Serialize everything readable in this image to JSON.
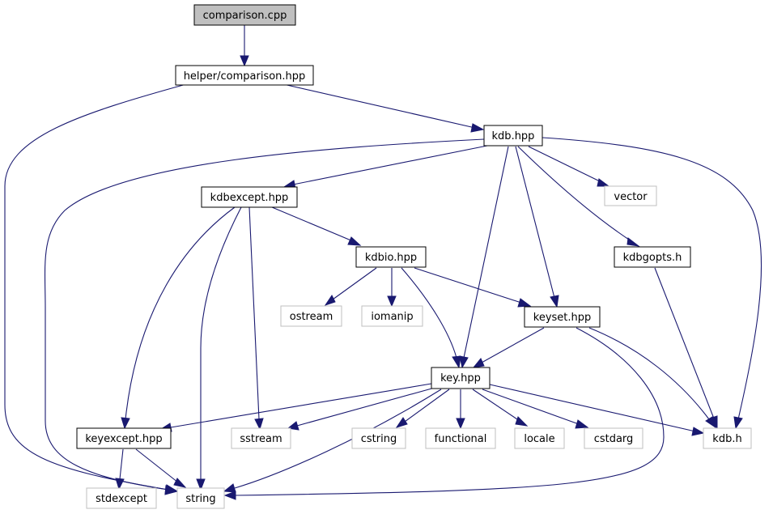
{
  "colors": {
    "edge": "#191970",
    "root_fill": "#bfbfbf",
    "local_border": "#000000",
    "external_border": "#bfbfbf",
    "background": "#ffffff"
  },
  "nodes": {
    "comparison_cpp": "comparison.cpp",
    "helper_comparison_hpp": "helper/comparison.hpp",
    "kdb_hpp": "kdb.hpp",
    "string": "string",
    "kdbexcept_hpp": "kdbexcept.hpp",
    "vector": "vector",
    "kdbgopts_h": "kdbgopts.h",
    "kdbio_hpp": "kdbio.hpp",
    "ostream": "ostream",
    "iomanip": "iomanip",
    "keyset_hpp": "keyset.hpp",
    "key_hpp": "key.hpp",
    "keyexcept_hpp": "keyexcept.hpp",
    "sstream": "sstream",
    "cstring": "cstring",
    "functional": "functional",
    "locale": "locale",
    "cstdarg": "cstdarg",
    "kdb_h": "kdb.h",
    "stdexcept": "stdexcept"
  },
  "edges": [
    [
      "comparison.cpp",
      "helper/comparison.hpp"
    ],
    [
      "helper/comparison.hpp",
      "kdb.hpp"
    ],
    [
      "helper/comparison.hpp",
      "string"
    ],
    [
      "kdb.hpp",
      "string"
    ],
    [
      "kdb.hpp",
      "kdbexcept.hpp"
    ],
    [
      "kdb.hpp",
      "vector"
    ],
    [
      "kdb.hpp",
      "kdbgopts.h"
    ],
    [
      "kdb.hpp",
      "key.hpp"
    ],
    [
      "kdb.hpp",
      "keyset.hpp"
    ],
    [
      "kdb.hpp",
      "kdb.h"
    ],
    [
      "kdbexcept.hpp",
      "kdbio.hpp"
    ],
    [
      "kdbexcept.hpp",
      "keyexcept.hpp"
    ],
    [
      "kdbexcept.hpp",
      "string"
    ],
    [
      "kdbexcept.hpp",
      "sstream"
    ],
    [
      "kdbio.hpp",
      "ostream"
    ],
    [
      "kdbio.hpp",
      "iomanip"
    ],
    [
      "kdbio.hpp",
      "keyset.hpp"
    ],
    [
      "kdbio.hpp",
      "key.hpp"
    ],
    [
      "kdbgopts.h",
      "kdb.h"
    ],
    [
      "keyset.hpp",
      "key.hpp"
    ],
    [
      "keyset.hpp",
      "kdb.h"
    ],
    [
      "keyset.hpp",
      "string"
    ],
    [
      "key.hpp",
      "keyexcept.hpp"
    ],
    [
      "key.hpp",
      "sstream"
    ],
    [
      "key.hpp",
      "string"
    ],
    [
      "key.hpp",
      "cstring"
    ],
    [
      "key.hpp",
      "functional"
    ],
    [
      "key.hpp",
      "locale"
    ],
    [
      "key.hpp",
      "cstdarg"
    ],
    [
      "key.hpp",
      "kdb.h"
    ],
    [
      "keyexcept.hpp",
      "stdexcept"
    ],
    [
      "keyexcept.hpp",
      "string"
    ]
  ]
}
